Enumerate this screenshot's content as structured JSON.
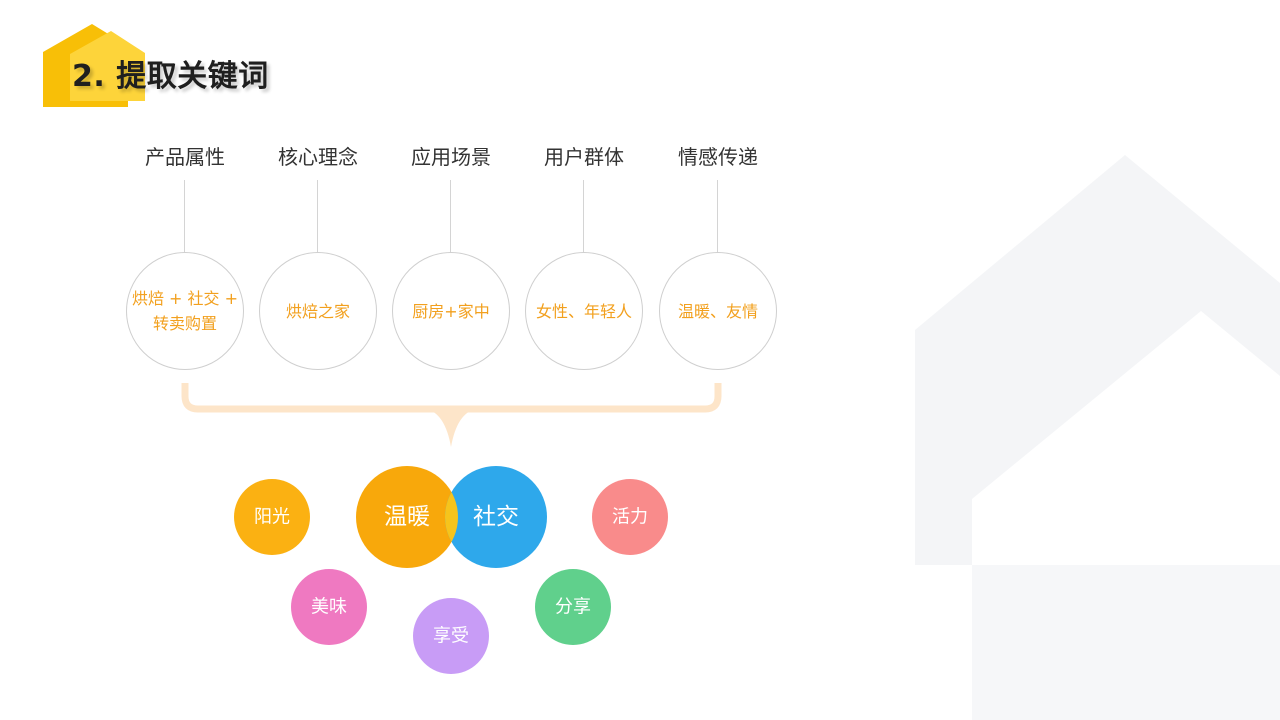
{
  "slide": {
    "title": "2. 提取关键词"
  },
  "categories": [
    {
      "heading": "产品属性",
      "lines": [
        "烘焙 + 社交 +",
        "转卖购置"
      ]
    },
    {
      "heading": "核心理念",
      "lines": [
        "烘焙之家"
      ]
    },
    {
      "heading": "应用场景",
      "lines": [
        "厨房+家中"
      ]
    },
    {
      "heading": "用户群体",
      "lines": [
        "女性、年轻人"
      ]
    },
    {
      "heading": "情感传递",
      "lines": [
        "温暖、友情"
      ]
    }
  ],
  "keywords": [
    {
      "label": "阳光",
      "color": "#fbb112"
    },
    {
      "label": "温暖",
      "color": "#f8a80b"
    },
    {
      "label": "社交",
      "color": "#2ea8eb"
    },
    {
      "label": "活力",
      "color": "#f98b8b"
    },
    {
      "label": "美味",
      "color": "#ef79c1"
    },
    {
      "label": "享受",
      "color": "#c89cf6"
    },
    {
      "label": "分享",
      "color": "#60d08c"
    }
  ]
}
